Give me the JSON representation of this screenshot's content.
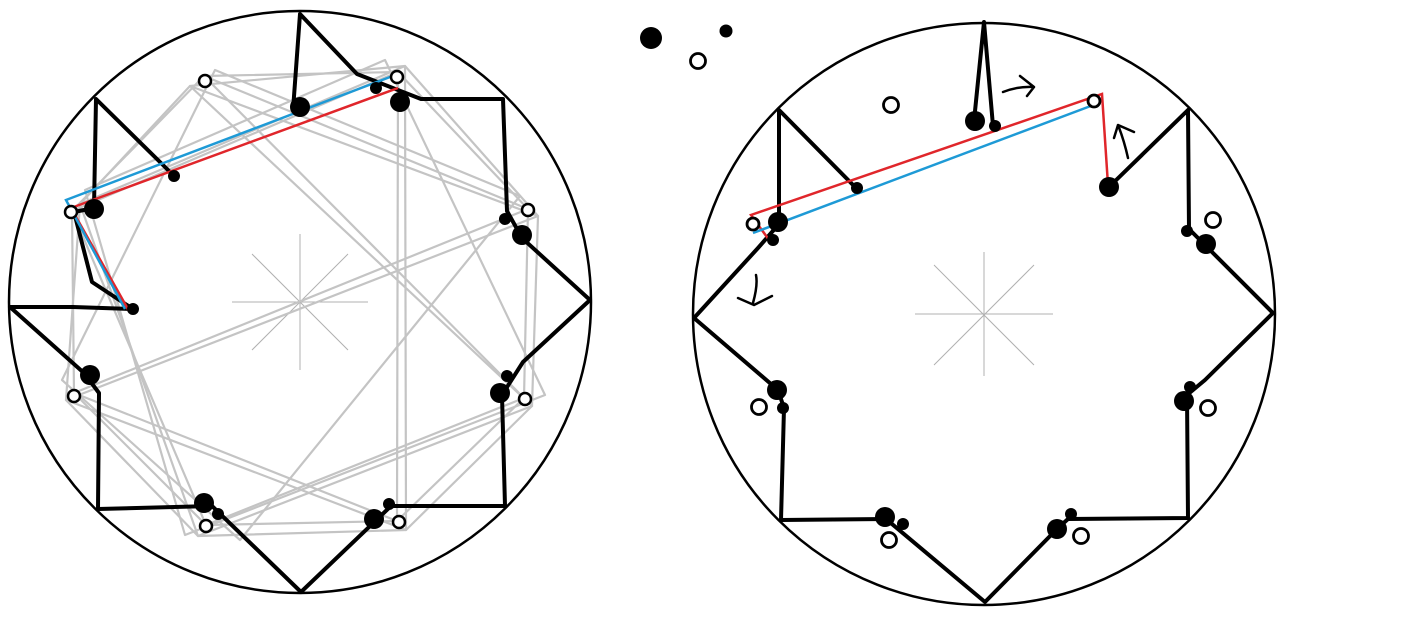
{
  "colors": {
    "ink": "#000000",
    "sketch_gray": "#c4c4c4",
    "guide_gray": "#b0b0b0",
    "highlight_red": "#e0262b",
    "highlight_blue": "#1e9ad6",
    "background": "#ffffff"
  },
  "legend_symbols": [
    "filled-dot-large",
    "hollow-dot",
    "filled-dot-small"
  ]
}
